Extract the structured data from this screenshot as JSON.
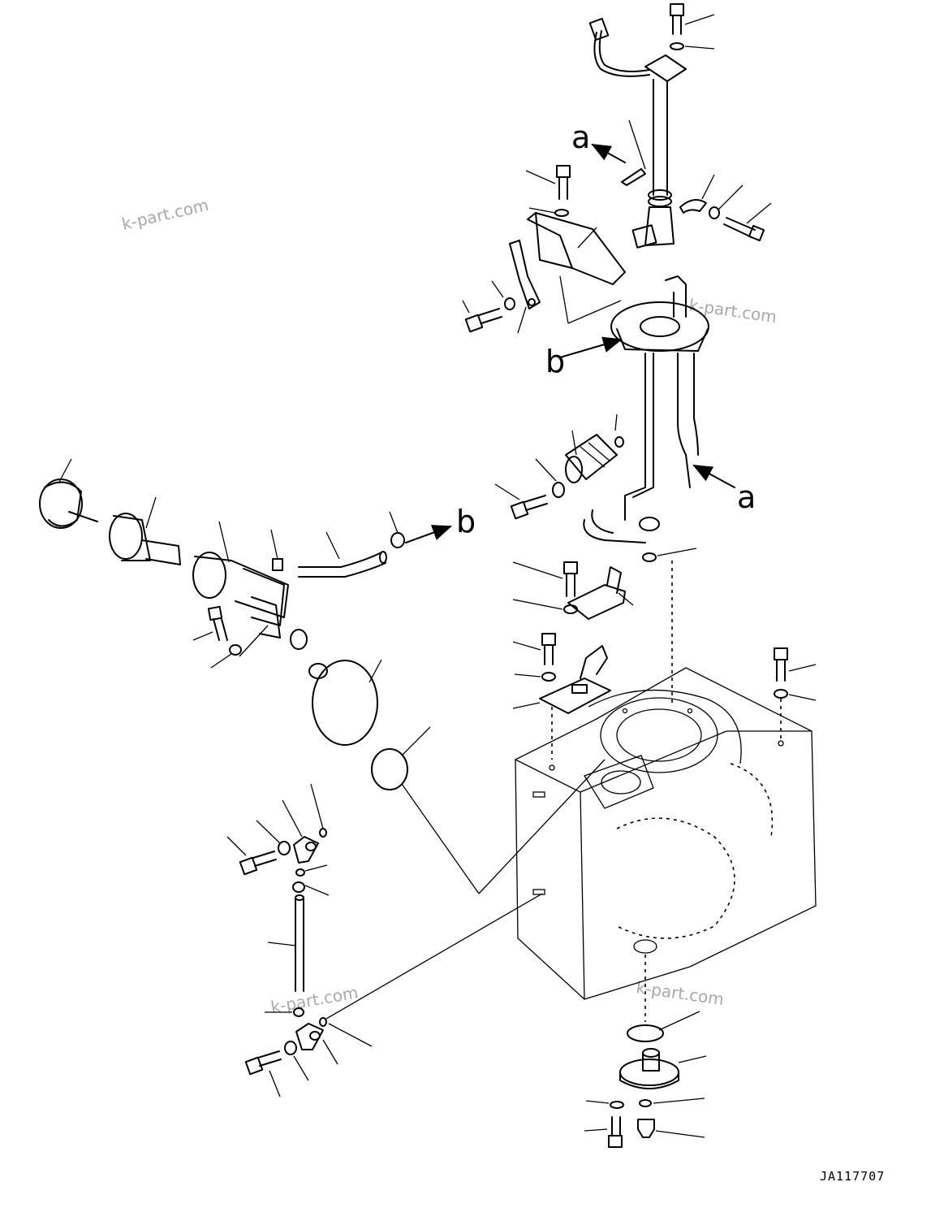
{
  "diagram": {
    "figure_code": "JA117707",
    "watermark_text": "k-part.com",
    "callouts": {
      "a_upper": "a",
      "a_lower": "a",
      "b_upper": "b",
      "b_lower": "b"
    }
  }
}
